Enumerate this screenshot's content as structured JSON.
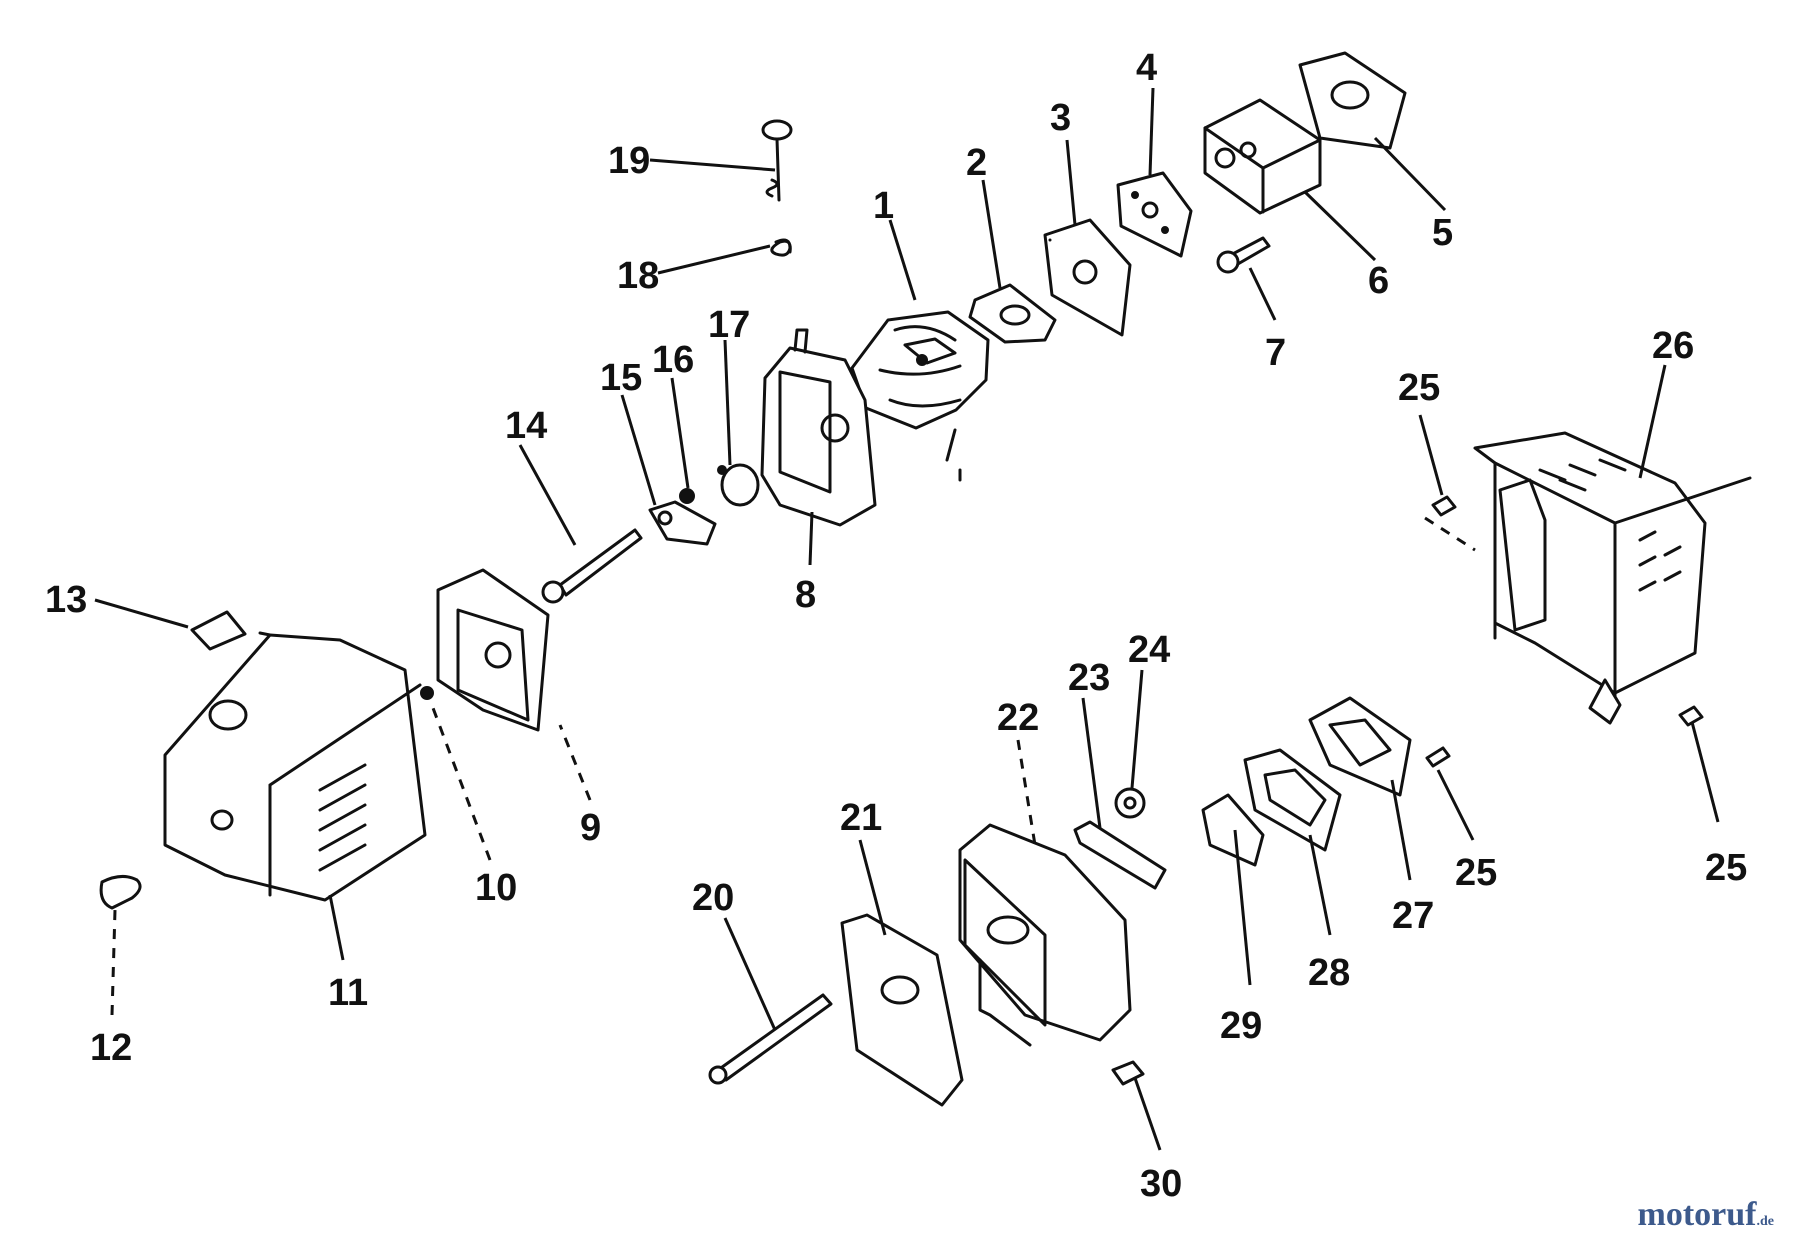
{
  "labels": [
    "1",
    "2",
    "3",
    "4",
    "5",
    "6",
    "7",
    "8",
    "9",
    "10",
    "11",
    "12",
    "13",
    "14",
    "15",
    "16",
    "17",
    "18",
    "19",
    "20",
    "21",
    "22",
    "23",
    "24",
    "25",
    "26",
    "27",
    "28",
    "29",
    "30"
  ],
  "watermark": {
    "name": "motoruf",
    "tld": ".de",
    "color": "#3d5a8c"
  }
}
